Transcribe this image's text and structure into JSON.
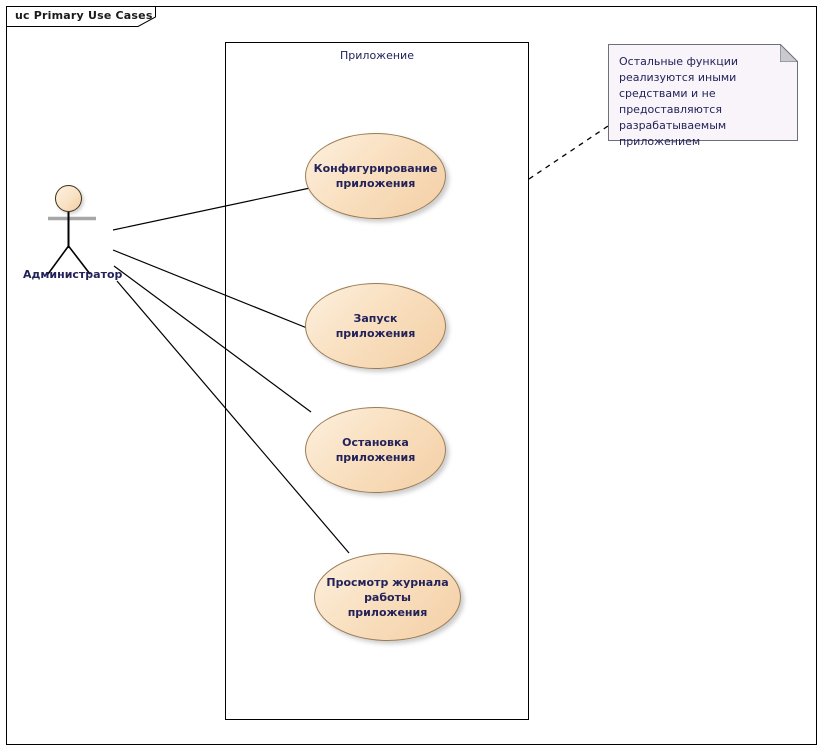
{
  "diagram": {
    "title_tab": "uc Primary Use Cases",
    "type": "uml-use-case-diagram",
    "background": "#ffffff",
    "frame_border_color": "#000000"
  },
  "boundary": {
    "label": "Приложение",
    "border_color": "#000000"
  },
  "actor": {
    "name": "Администратор",
    "head_fill": "#f9e2c4",
    "head_stroke": "#3c3118"
  },
  "use_cases": [
    {
      "id": "configure",
      "label": "Конфигурирование приложения",
      "fill": "#f9e0c0",
      "stroke": "#9a7b52"
    },
    {
      "id": "start",
      "label": "Запуск приложения",
      "fill": "#f9e0c0",
      "stroke": "#9a7b52"
    },
    {
      "id": "stop",
      "label": "Остановка приложения",
      "fill": "#f9e0c0",
      "stroke": "#9a7b52"
    },
    {
      "id": "view-log",
      "label": "Просмотр журнала работы приложения",
      "fill": "#f9e0c0",
      "stroke": "#9a7b52"
    }
  ],
  "note": {
    "text": "Остальные функции реализуются иными средствами и не предоставляются разрабатываемым приложением",
    "fill": "#f9f4f9",
    "stroke": "#6f6f7a",
    "link_style": "dashed"
  },
  "associations": [
    {
      "from": "Администратор",
      "to": "Конфигурирование приложения"
    },
    {
      "from": "Администратор",
      "to": "Запуск приложения"
    },
    {
      "from": "Администратор",
      "to": "Остановка приложения"
    },
    {
      "from": "Администратор",
      "to": "Просмотр журнала работы приложения"
    }
  ]
}
